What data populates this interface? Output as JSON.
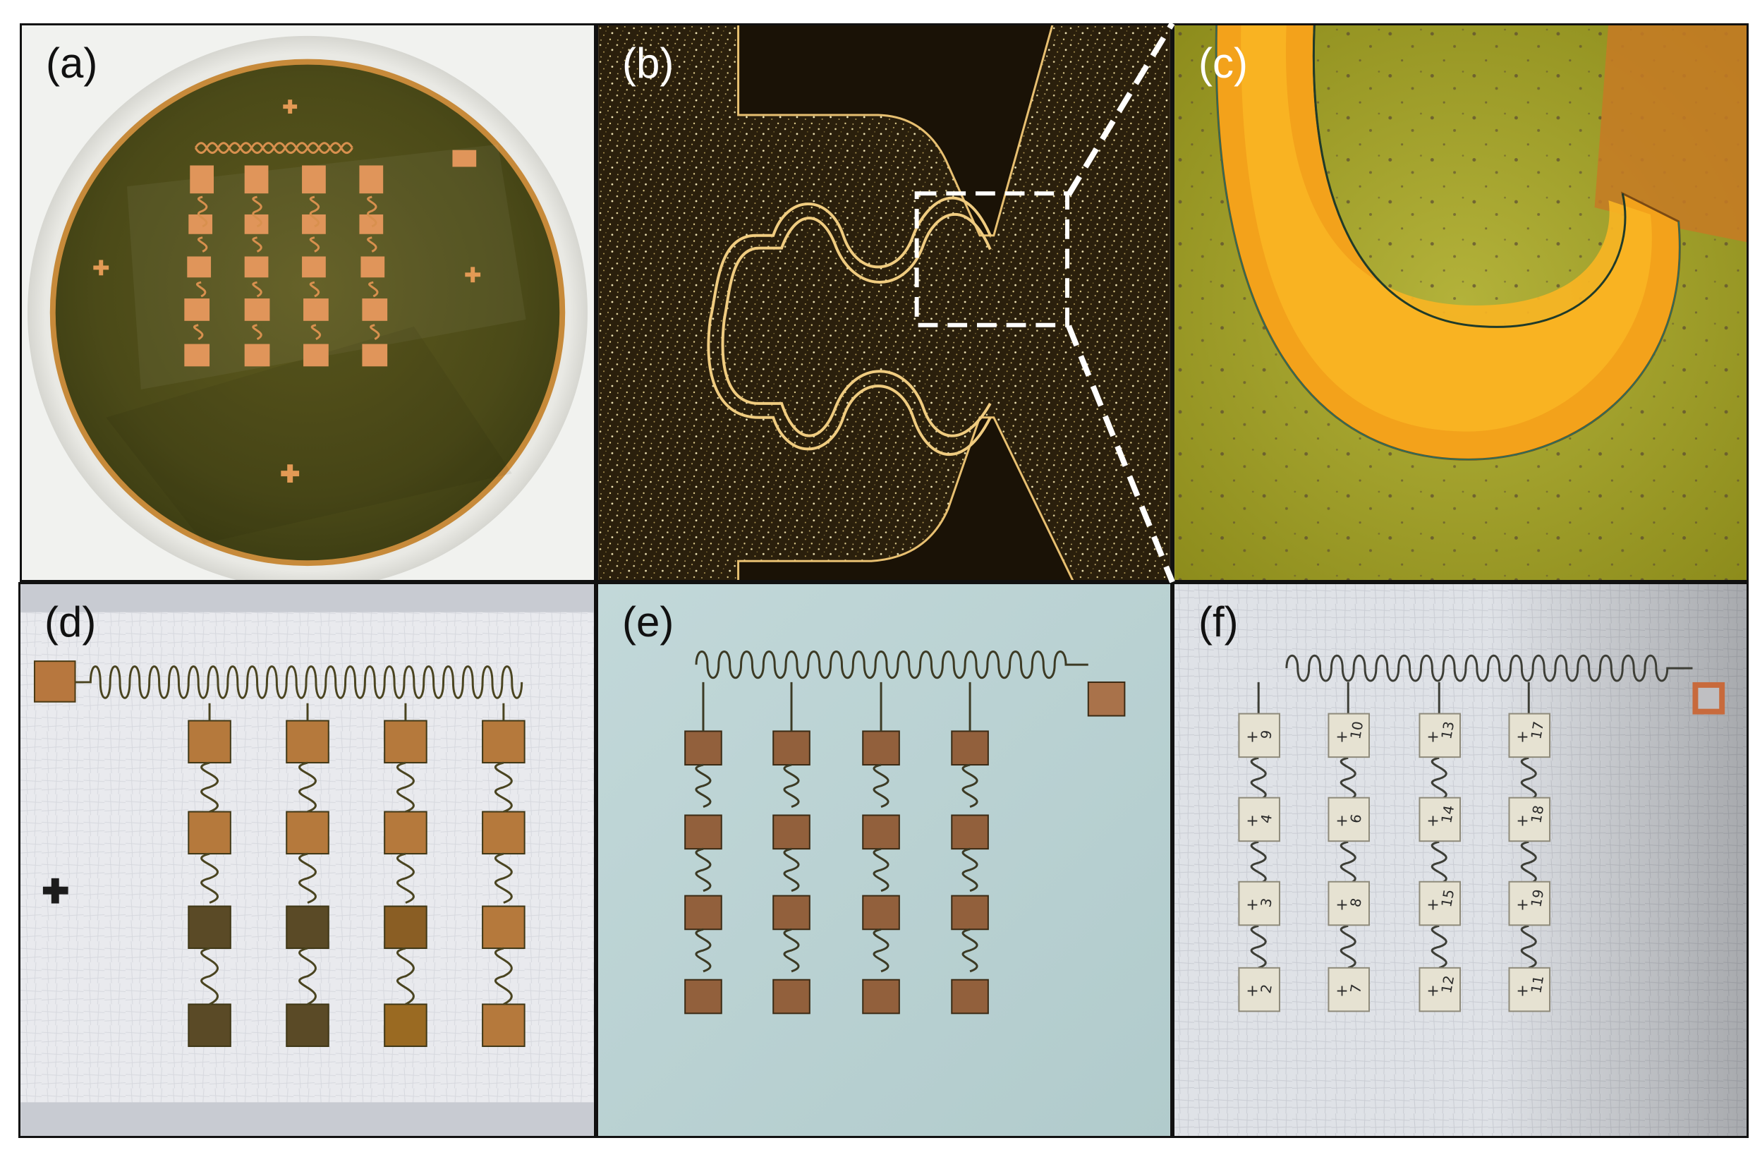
{
  "figure": {
    "panels": [
      {
        "id": "a",
        "label": "(a)",
        "label_color": "#111111"
      },
      {
        "id": "b",
        "label": "(b)",
        "label_color": "#ffffff"
      },
      {
        "id": "c",
        "label": "(c)",
        "label_color": "#ffffff"
      },
      {
        "id": "d",
        "label": "(d)",
        "label_color": "#111111"
      },
      {
        "id": "e",
        "label": "(e)",
        "label_color": "#111111"
      },
      {
        "id": "f",
        "label": "(f)",
        "label_color": "#111111"
      }
    ],
    "pad_labels_f": [
      "9",
      "10",
      "13",
      "17",
      "4",
      "6",
      "14",
      "18",
      "3",
      "8",
      "15",
      "19",
      "2",
      "7",
      "12",
      "11"
    ],
    "colors": {
      "copper": "#d9823e",
      "wafer": "#54521a",
      "dark_field": "#1c1308",
      "microscope_bg": "#a6a626",
      "copper_highlight": "#f6a11d",
      "tissue": "#e9ebee",
      "blue_bg": "#c5d9da",
      "zoom_line": "#ffffff"
    }
  }
}
